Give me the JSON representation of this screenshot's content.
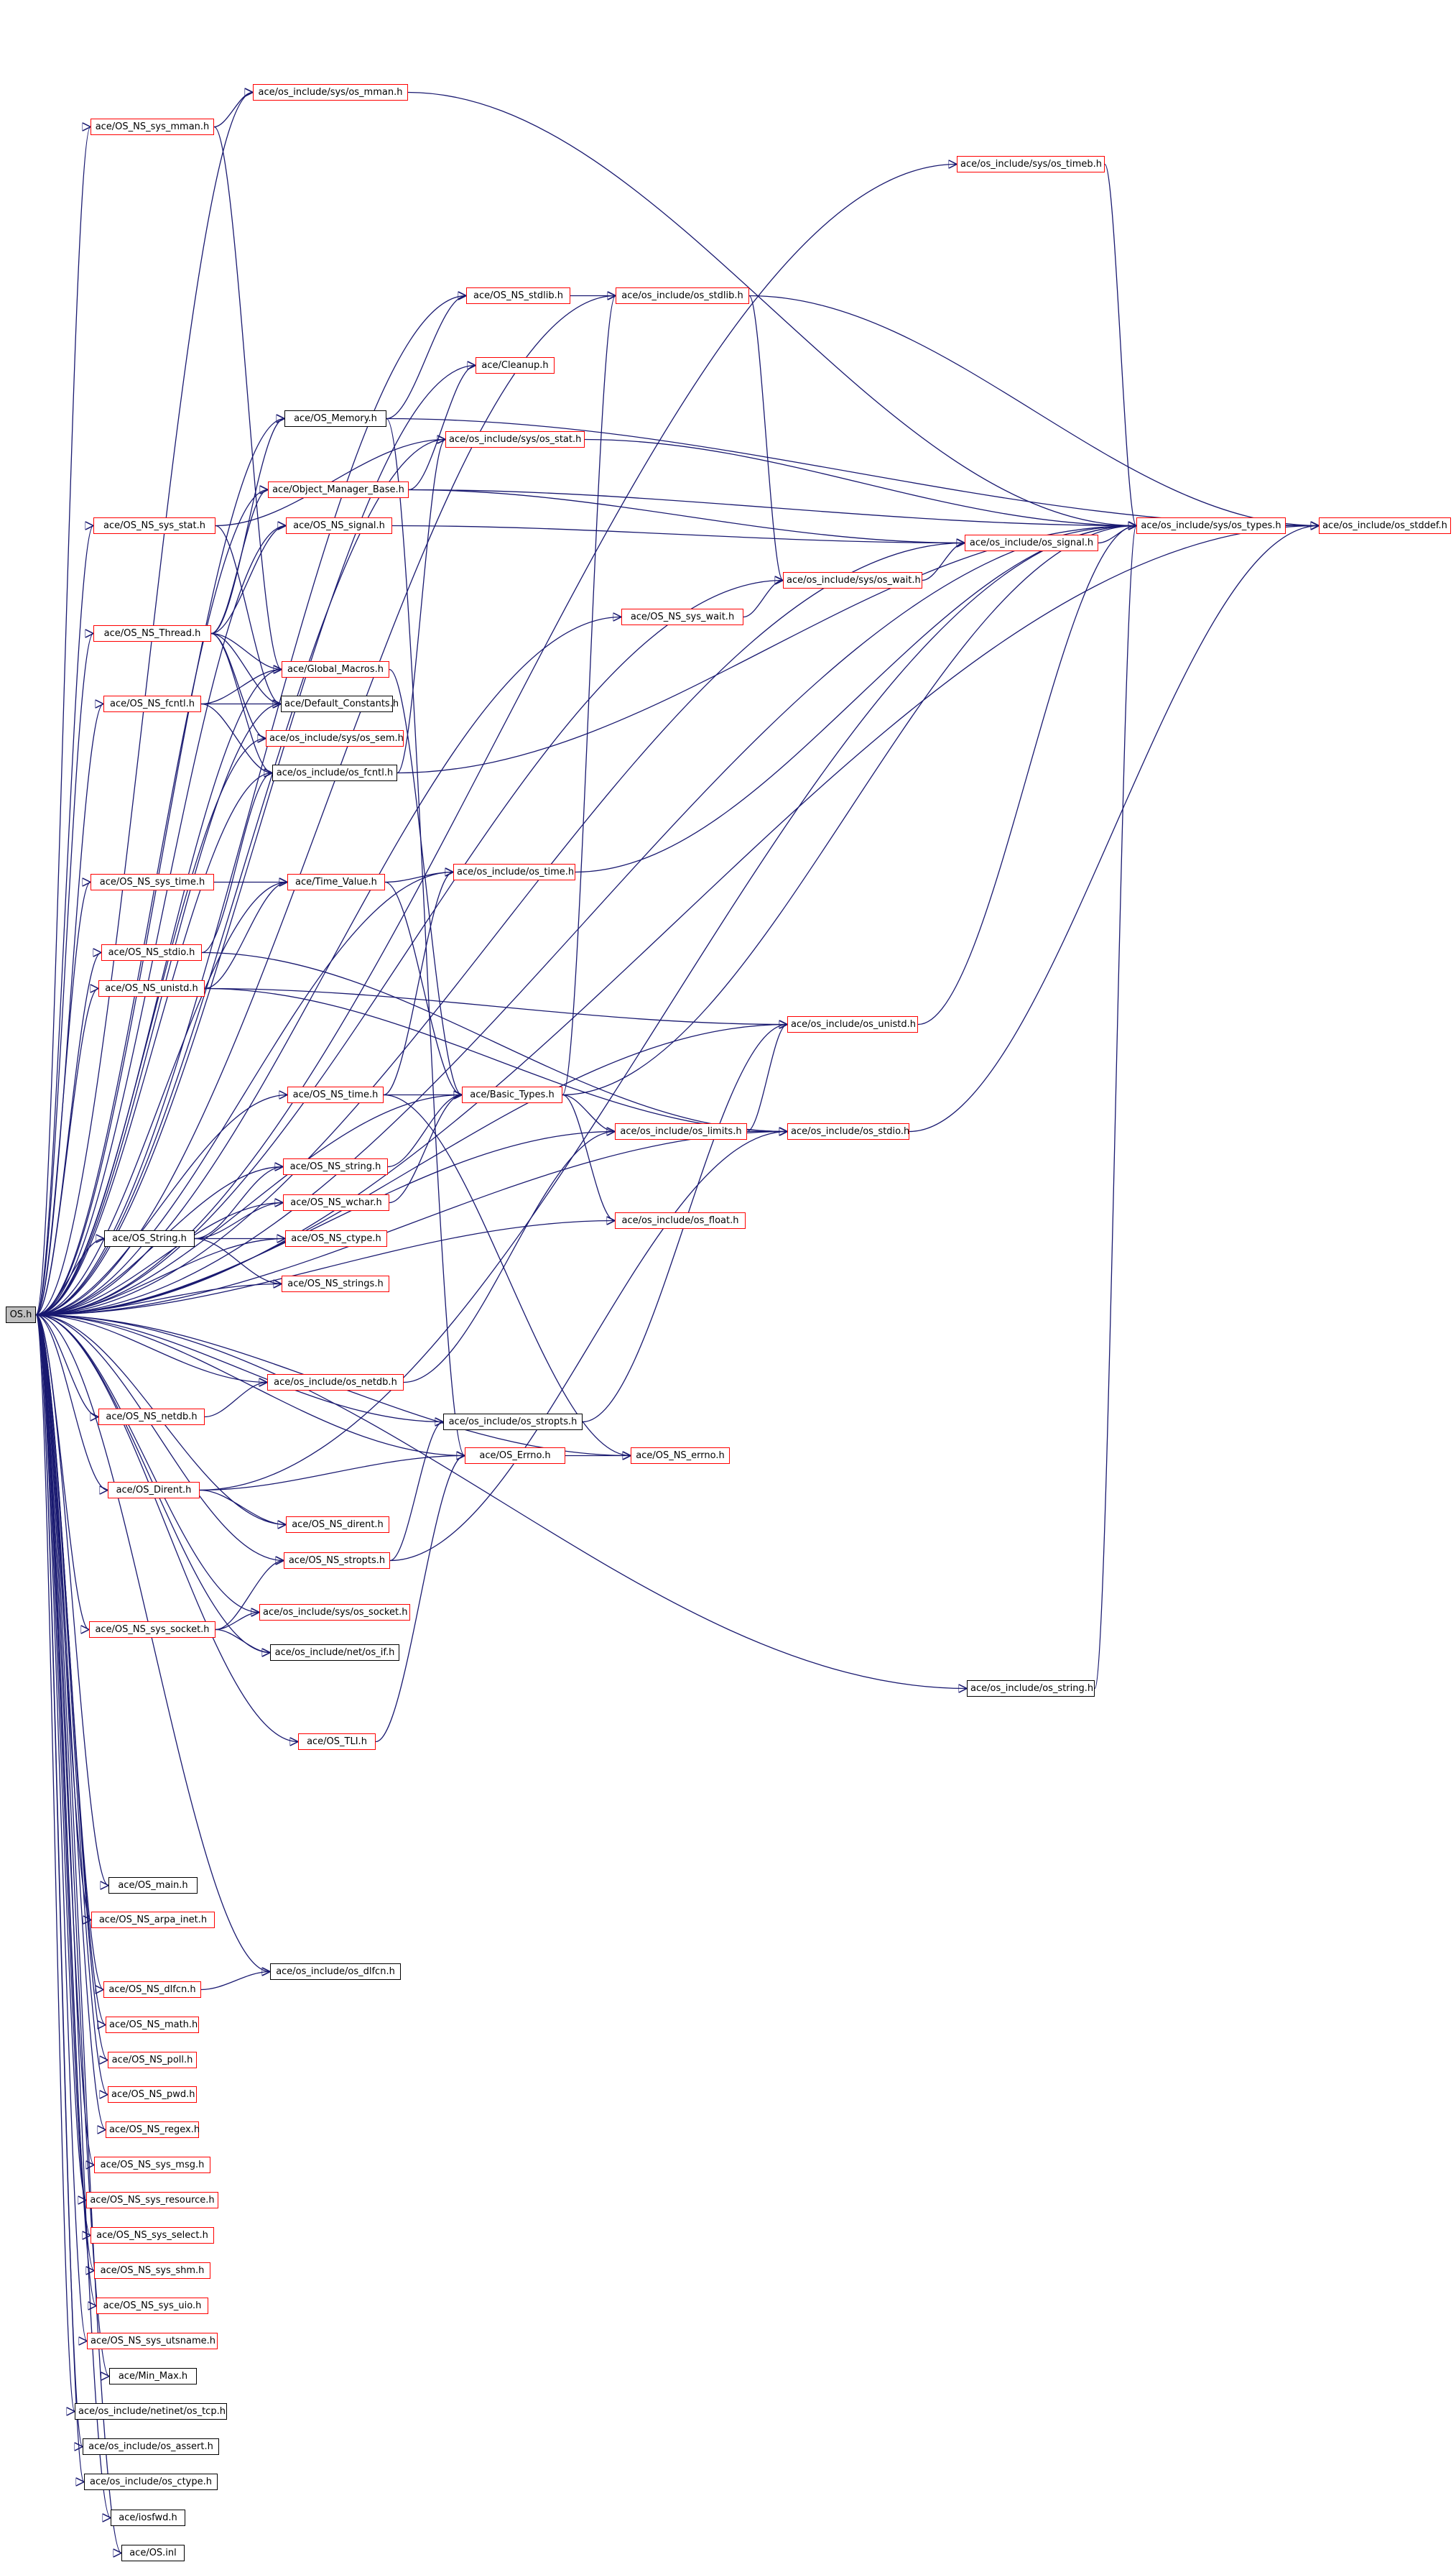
{
  "colors": {
    "edge": "#191970",
    "linked_border": "#ff0000",
    "plain_border": "#000000",
    "root_fill": "#bfbfbf"
  },
  "nodes": [
    {
      "id": "OS.h",
      "label": "OS.h",
      "kind": "root"
    },
    {
      "id": "sys_mman",
      "label": "ace/os_include/sys/os_mman.h",
      "kind": "red"
    },
    {
      "id": "NS_sys_mman",
      "label": "ace/OS_NS_sys_mman.h",
      "kind": "red"
    },
    {
      "id": "sys_timeb",
      "label": "ace/os_include/sys/os_timeb.h",
      "kind": "red"
    },
    {
      "id": "NS_stdlib",
      "label": "ace/OS_NS_stdlib.h",
      "kind": "red"
    },
    {
      "id": "os_stdlib",
      "label": "ace/os_include/os_stdlib.h",
      "kind": "red"
    },
    {
      "id": "Cleanup",
      "label": "ace/Cleanup.h",
      "kind": "red"
    },
    {
      "id": "OS_Memory",
      "label": "ace/OS_Memory.h",
      "kind": "black"
    },
    {
      "id": "sys_stat",
      "label": "ace/os_include/sys/os_stat.h",
      "kind": "red"
    },
    {
      "id": "OMB",
      "label": "ace/Object_Manager_Base.h",
      "kind": "red"
    },
    {
      "id": "NS_sys_stat",
      "label": "ace/OS_NS_sys_stat.h",
      "kind": "red"
    },
    {
      "id": "NS_signal",
      "label": "ace/OS_NS_signal.h",
      "kind": "red"
    },
    {
      "id": "sys_types",
      "label": "ace/os_include/sys/os_types.h",
      "kind": "red"
    },
    {
      "id": "os_stddef",
      "label": "ace/os_include/os_stddef.h",
      "kind": "red"
    },
    {
      "id": "os_signal",
      "label": "ace/os_include/os_signal.h",
      "kind": "red"
    },
    {
      "id": "sys_wait",
      "label": "ace/os_include/sys/os_wait.h",
      "kind": "red"
    },
    {
      "id": "NS_sys_wait",
      "label": "ace/OS_NS_sys_wait.h",
      "kind": "red"
    },
    {
      "id": "NS_Thread",
      "label": "ace/OS_NS_Thread.h",
      "kind": "red"
    },
    {
      "id": "Global_Macros",
      "label": "ace/Global_Macros.h",
      "kind": "red"
    },
    {
      "id": "NS_fcntl",
      "label": "ace/OS_NS_fcntl.h",
      "kind": "red"
    },
    {
      "id": "Default_Constants",
      "label": "ace/Default_Constants.h",
      "kind": "black"
    },
    {
      "id": "sys_sem",
      "label": "ace/os_include/sys/os_sem.h",
      "kind": "red"
    },
    {
      "id": "os_fcntl",
      "label": "ace/os_include/os_fcntl.h",
      "kind": "black"
    },
    {
      "id": "os_time",
      "label": "ace/os_include/os_time.h",
      "kind": "red"
    },
    {
      "id": "NS_sys_time",
      "label": "ace/OS_NS_sys_time.h",
      "kind": "red"
    },
    {
      "id": "Time_Value",
      "label": "ace/Time_Value.h",
      "kind": "red"
    },
    {
      "id": "NS_stdio",
      "label": "ace/OS_NS_stdio.h",
      "kind": "red"
    },
    {
      "id": "NS_unistd",
      "label": "ace/OS_NS_unistd.h",
      "kind": "red"
    },
    {
      "id": "os_unistd",
      "label": "ace/os_include/os_unistd.h",
      "kind": "red"
    },
    {
      "id": "NS_time",
      "label": "ace/OS_NS_time.h",
      "kind": "red"
    },
    {
      "id": "Basic_Types",
      "label": "ace/Basic_Types.h",
      "kind": "red"
    },
    {
      "id": "os_limits",
      "label": "ace/os_include/os_limits.h",
      "kind": "red"
    },
    {
      "id": "os_stdio",
      "label": "ace/os_include/os_stdio.h",
      "kind": "red"
    },
    {
      "id": "NS_string",
      "label": "ace/OS_NS_string.h",
      "kind": "red"
    },
    {
      "id": "NS_wchar",
      "label": "ace/OS_NS_wchar.h",
      "kind": "red"
    },
    {
      "id": "os_float",
      "label": "ace/os_include/os_float.h",
      "kind": "red"
    },
    {
      "id": "OS_String",
      "label": "ace/OS_String.h",
      "kind": "black"
    },
    {
      "id": "NS_ctype",
      "label": "ace/OS_NS_ctype.h",
      "kind": "red"
    },
    {
      "id": "NS_strings",
      "label": "ace/OS_NS_strings.h",
      "kind": "red"
    },
    {
      "id": "os_netdb",
      "label": "ace/os_include/os_netdb.h",
      "kind": "red"
    },
    {
      "id": "NS_netdb",
      "label": "ace/OS_NS_netdb.h",
      "kind": "red"
    },
    {
      "id": "os_stropts",
      "label": "ace/os_include/os_stropts.h",
      "kind": "black"
    },
    {
      "id": "OS_Dirent",
      "label": "ace/OS_Dirent.h",
      "kind": "red"
    },
    {
      "id": "OS_Errno",
      "label": "ace/OS_Errno.h",
      "kind": "red"
    },
    {
      "id": "NS_errno",
      "label": "ace/OS_NS_errno.h",
      "kind": "red"
    },
    {
      "id": "NS_dirent",
      "label": "ace/OS_NS_dirent.h",
      "kind": "red"
    },
    {
      "id": "NS_stropts",
      "label": "ace/OS_NS_stropts.h",
      "kind": "red"
    },
    {
      "id": "NS_sys_socket",
      "label": "ace/OS_NS_sys_socket.h",
      "kind": "red"
    },
    {
      "id": "sys_socket",
      "label": "ace/os_include/sys/os_socket.h",
      "kind": "red"
    },
    {
      "id": "net_if",
      "label": "ace/os_include/net/os_if.h",
      "kind": "black"
    },
    {
      "id": "os_string",
      "label": "ace/os_include/os_string.h",
      "kind": "black"
    },
    {
      "id": "OS_TLI",
      "label": "ace/OS_TLI.h",
      "kind": "red"
    },
    {
      "id": "OS_main",
      "label": "ace/OS_main.h",
      "kind": "black"
    },
    {
      "id": "NS_arpa_inet",
      "label": "ace/OS_NS_arpa_inet.h",
      "kind": "red"
    },
    {
      "id": "os_dlfcn",
      "label": "ace/os_include/os_dlfcn.h",
      "kind": "black"
    },
    {
      "id": "NS_dlfcn",
      "label": "ace/OS_NS_dlfcn.h",
      "kind": "red"
    },
    {
      "id": "NS_math",
      "label": "ace/OS_NS_math.h",
      "kind": "red"
    },
    {
      "id": "NS_poll",
      "label": "ace/OS_NS_poll.h",
      "kind": "red"
    },
    {
      "id": "NS_pwd",
      "label": "ace/OS_NS_pwd.h",
      "kind": "red"
    },
    {
      "id": "NS_regex",
      "label": "ace/OS_NS_regex.h",
      "kind": "red"
    },
    {
      "id": "NS_sys_msg",
      "label": "ace/OS_NS_sys_msg.h",
      "kind": "red"
    },
    {
      "id": "NS_sys_resource",
      "label": "ace/OS_NS_sys_resource.h",
      "kind": "red"
    },
    {
      "id": "NS_sys_select",
      "label": "ace/OS_NS_sys_select.h",
      "kind": "red"
    },
    {
      "id": "NS_sys_shm",
      "label": "ace/OS_NS_sys_shm.h",
      "kind": "red"
    },
    {
      "id": "NS_sys_uio",
      "label": "ace/OS_NS_sys_uio.h",
      "kind": "red"
    },
    {
      "id": "NS_sys_utsname",
      "label": "ace/OS_NS_sys_utsname.h",
      "kind": "red"
    },
    {
      "id": "Min_Max",
      "label": "ace/Min_Max.h",
      "kind": "black"
    },
    {
      "id": "netinet_tcp",
      "label": "ace/os_include/netinet/os_tcp.h",
      "kind": "black"
    },
    {
      "id": "os_assert",
      "label": "ace/os_include/os_assert.h",
      "kind": "black"
    },
    {
      "id": "os_ctype",
      "label": "ace/os_include/os_ctype.h",
      "kind": "black"
    },
    {
      "id": "iosfwd",
      "label": "ace/iosfwd.h",
      "kind": "black"
    },
    {
      "id": "OS_inl",
      "label": "ace/OS.inl",
      "kind": "black"
    }
  ],
  "edges": [
    [
      "OS.h",
      "sys_mman"
    ],
    [
      "OS.h",
      "NS_sys_mman"
    ],
    [
      "OS.h",
      "sys_timeb"
    ],
    [
      "OS.h",
      "NS_stdlib"
    ],
    [
      "OS.h",
      "os_stdlib"
    ],
    [
      "OS.h",
      "Cleanup"
    ],
    [
      "OS.h",
      "OS_Memory"
    ],
    [
      "OS.h",
      "sys_stat"
    ],
    [
      "OS.h",
      "OMB"
    ],
    [
      "OS.h",
      "NS_sys_stat"
    ],
    [
      "OS.h",
      "NS_signal"
    ],
    [
      "OS.h",
      "sys_types"
    ],
    [
      "OS.h",
      "os_stddef"
    ],
    [
      "OS.h",
      "os_signal"
    ],
    [
      "OS.h",
      "sys_wait"
    ],
    [
      "OS.h",
      "NS_sys_wait"
    ],
    [
      "OS.h",
      "NS_Thread"
    ],
    [
      "OS.h",
      "Global_Macros"
    ],
    [
      "OS.h",
      "NS_fcntl"
    ],
    [
      "OS.h",
      "Default_Constants"
    ],
    [
      "OS.h",
      "sys_sem"
    ],
    [
      "OS.h",
      "os_fcntl"
    ],
    [
      "OS.h",
      "os_time"
    ],
    [
      "OS.h",
      "NS_sys_time"
    ],
    [
      "OS.h",
      "Time_Value"
    ],
    [
      "OS.h",
      "NS_stdio"
    ],
    [
      "OS.h",
      "NS_unistd"
    ],
    [
      "OS.h",
      "os_unistd"
    ],
    [
      "OS.h",
      "NS_time"
    ],
    [
      "OS.h",
      "Basic_Types"
    ],
    [
      "OS.h",
      "os_limits"
    ],
    [
      "OS.h",
      "os_stdio"
    ],
    [
      "OS.h",
      "NS_string"
    ],
    [
      "OS.h",
      "NS_wchar"
    ],
    [
      "OS.h",
      "os_float"
    ],
    [
      "OS.h",
      "OS_String"
    ],
    [
      "OS.h",
      "NS_ctype"
    ],
    [
      "OS.h",
      "NS_strings"
    ],
    [
      "OS.h",
      "os_netdb"
    ],
    [
      "OS.h",
      "NS_netdb"
    ],
    [
      "OS.h",
      "os_stropts"
    ],
    [
      "OS.h",
      "OS_Dirent"
    ],
    [
      "OS.h",
      "OS_Errno"
    ],
    [
      "OS.h",
      "NS_errno"
    ],
    [
      "OS.h",
      "NS_dirent"
    ],
    [
      "OS.h",
      "NS_stropts"
    ],
    [
      "OS.h",
      "NS_sys_socket"
    ],
    [
      "OS.h",
      "sys_socket"
    ],
    [
      "OS.h",
      "net_if"
    ],
    [
      "OS.h",
      "os_string"
    ],
    [
      "OS.h",
      "OS_TLI"
    ],
    [
      "OS.h",
      "OS_main"
    ],
    [
      "OS.h",
      "NS_arpa_inet"
    ],
    [
      "OS.h",
      "os_dlfcn"
    ],
    [
      "OS.h",
      "NS_dlfcn"
    ],
    [
      "OS.h",
      "NS_math"
    ],
    [
      "OS.h",
      "NS_poll"
    ],
    [
      "OS.h",
      "NS_pwd"
    ],
    [
      "OS.h",
      "NS_regex"
    ],
    [
      "OS.h",
      "NS_sys_msg"
    ],
    [
      "OS.h",
      "NS_sys_resource"
    ],
    [
      "OS.h",
      "NS_sys_select"
    ],
    [
      "OS.h",
      "NS_sys_shm"
    ],
    [
      "OS.h",
      "NS_sys_uio"
    ],
    [
      "OS.h",
      "NS_sys_utsname"
    ],
    [
      "OS.h",
      "Min_Max"
    ],
    [
      "OS.h",
      "netinet_tcp"
    ],
    [
      "OS.h",
      "os_assert"
    ],
    [
      "OS.h",
      "os_ctype"
    ],
    [
      "OS.h",
      "iosfwd"
    ],
    [
      "OS.h",
      "OS_inl"
    ],
    [
      "NS_sys_mman",
      "sys_mman"
    ],
    [
      "NS_sys_mman",
      "Global_Macros"
    ],
    [
      "sys_mman",
      "sys_types"
    ],
    [
      "sys_timeb",
      "sys_types"
    ],
    [
      "NS_stdlib",
      "os_stdlib"
    ],
    [
      "os_stdlib",
      "os_stddef"
    ],
    [
      "os_stdlib",
      "sys_wait"
    ],
    [
      "OS_Memory",
      "NS_stdlib"
    ],
    [
      "OS_Memory",
      "os_stddef"
    ],
    [
      "OS_Memory",
      "OS_Errno"
    ],
    [
      "sys_stat",
      "sys_types"
    ],
    [
      "OMB",
      "Cleanup"
    ],
    [
      "OMB",
      "sys_types"
    ],
    [
      "OMB",
      "os_signal"
    ],
    [
      "NS_sys_stat",
      "sys_stat"
    ],
    [
      "NS_sys_stat",
      "Default_Constants"
    ],
    [
      "NS_signal",
      "os_signal"
    ],
    [
      "sys_types",
      "os_stddef"
    ],
    [
      "os_signal",
      "sys_types"
    ],
    [
      "sys_wait",
      "os_signal"
    ],
    [
      "NS_sys_wait",
      "sys_wait"
    ],
    [
      "NS_Thread",
      "OS_Memory"
    ],
    [
      "NS_Thread",
      "OMB"
    ],
    [
      "NS_Thread",
      "NS_signal"
    ],
    [
      "NS_Thread",
      "Global_Macros"
    ],
    [
      "NS_Thread",
      "Default_Constants"
    ],
    [
      "NS_Thread",
      "sys_sem"
    ],
    [
      "NS_Thread",
      "os_fcntl"
    ],
    [
      "Global_Macros",
      "Basic_Types"
    ],
    [
      "NS_fcntl",
      "Global_Macros"
    ],
    [
      "NS_fcntl",
      "Default_Constants"
    ],
    [
      "NS_fcntl",
      "os_fcntl"
    ],
    [
      "os_fcntl",
      "sys_stat"
    ],
    [
      "os_fcntl",
      "sys_types"
    ],
    [
      "os_time",
      "sys_types"
    ],
    [
      "NS_sys_time",
      "Time_Value"
    ],
    [
      "Time_Value",
      "os_time"
    ],
    [
      "Time_Value",
      "Basic_Types"
    ],
    [
      "NS_stdio",
      "os_fcntl"
    ],
    [
      "NS_stdio",
      "os_stdio"
    ],
    [
      "NS_unistd",
      "Time_Value"
    ],
    [
      "NS_unistd",
      "os_unistd"
    ],
    [
      "NS_unistd",
      "os_stdio"
    ],
    [
      "os_unistd",
      "sys_types"
    ],
    [
      "NS_time",
      "Basic_Types"
    ],
    [
      "NS_time",
      "os_time"
    ],
    [
      "NS_time",
      "NS_errno"
    ],
    [
      "Basic_Types",
      "os_stdlib"
    ],
    [
      "Basic_Types",
      "sys_types"
    ],
    [
      "Basic_Types",
      "os_limits"
    ],
    [
      "Basic_Types",
      "os_float"
    ],
    [
      "os_limits",
      "os_stdio"
    ],
    [
      "os_limits",
      "os_unistd"
    ],
    [
      "os_stdio",
      "os_stddef"
    ],
    [
      "NS_string",
      "Basic_Types"
    ],
    [
      "NS_wchar",
      "Basic_Types"
    ],
    [
      "OS_String",
      "NS_string"
    ],
    [
      "OS_String",
      "NS_wchar"
    ],
    [
      "OS_String",
      "NS_ctype"
    ],
    [
      "OS_String",
      "NS_strings"
    ],
    [
      "os_netdb",
      "os_limits"
    ],
    [
      "NS_netdb",
      "os_netdb"
    ],
    [
      "os_stropts",
      "os_unistd"
    ],
    [
      "OS_Dirent",
      "OS_Errno"
    ],
    [
      "OS_Dirent",
      "NS_dirent"
    ],
    [
      "OS_Dirent",
      "sys_types"
    ],
    [
      "OS_Errno",
      "NS_errno"
    ],
    [
      "NS_stropts",
      "os_stropts"
    ],
    [
      "NS_stropts",
      "os_stdio"
    ],
    [
      "NS_sys_socket",
      "NS_stropts"
    ],
    [
      "NS_sys_socket",
      "sys_socket"
    ],
    [
      "NS_sys_socket",
      "net_if"
    ],
    [
      "os_string",
      "sys_types"
    ],
    [
      "OS_TLI",
      "OS_Errno"
    ],
    [
      "NS_dlfcn",
      "os_dlfcn"
    ]
  ]
}
